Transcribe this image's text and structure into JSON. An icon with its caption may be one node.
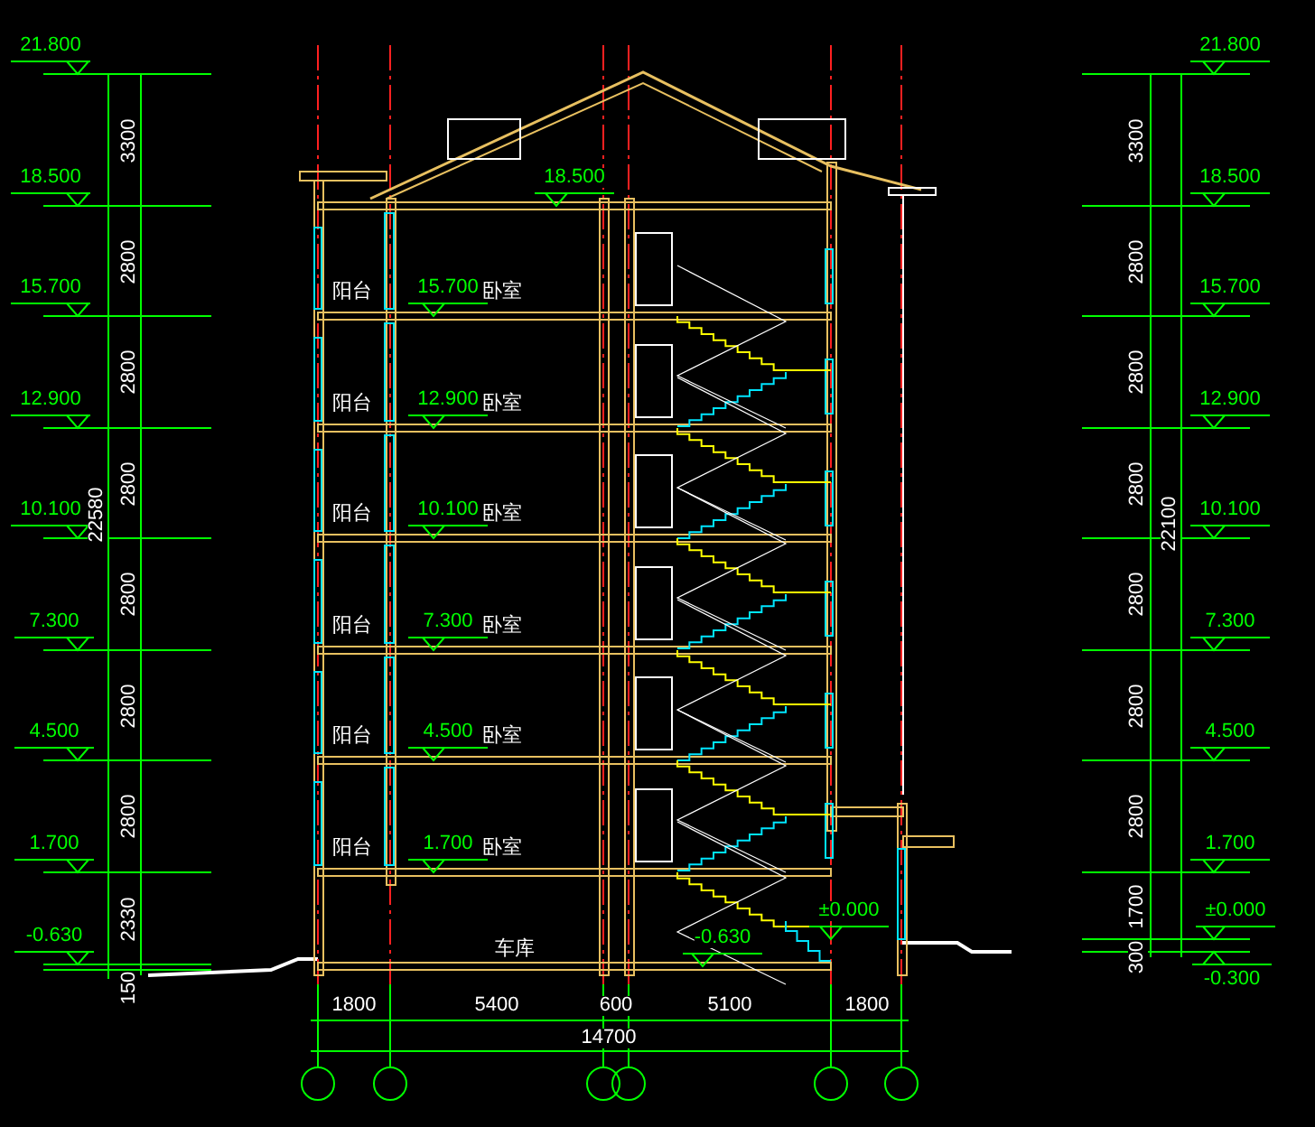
{
  "diagram": {
    "labels": [
      "21.800",
      "3300",
      "18.500",
      "2800",
      "15.700",
      "2800",
      "12.900",
      "2800",
      "10.100",
      "22580",
      "2800",
      "7.300",
      "2800",
      "4.500",
      "2800",
      "1.700",
      "2330",
      "-0.630",
      "150",
      "18.500",
      "阳台",
      "15.700",
      "卧室",
      "阳台",
      "12.900",
      "卧室",
      "阳台",
      "10.100",
      "卧室",
      "阳台",
      "7.300",
      "卧室",
      "阳台",
      "4.500",
      "卧室",
      "阳台",
      "1.700",
      "卧室",
      "车库",
      "-0.630",
      "±0.000",
      "21.800",
      "3300",
      "18.500",
      "2800",
      "15.700",
      "2800",
      "12.900",
      "2800",
      "10.100",
      "22100",
      "2800",
      "7.300",
      "2800",
      "4.500",
      "2800",
      "1.700",
      "1700",
      "±0.000",
      "300",
      "-0.300",
      "1800",
      "5400",
      "600",
      "5100",
      "1800",
      "14700"
    ]
  }
}
